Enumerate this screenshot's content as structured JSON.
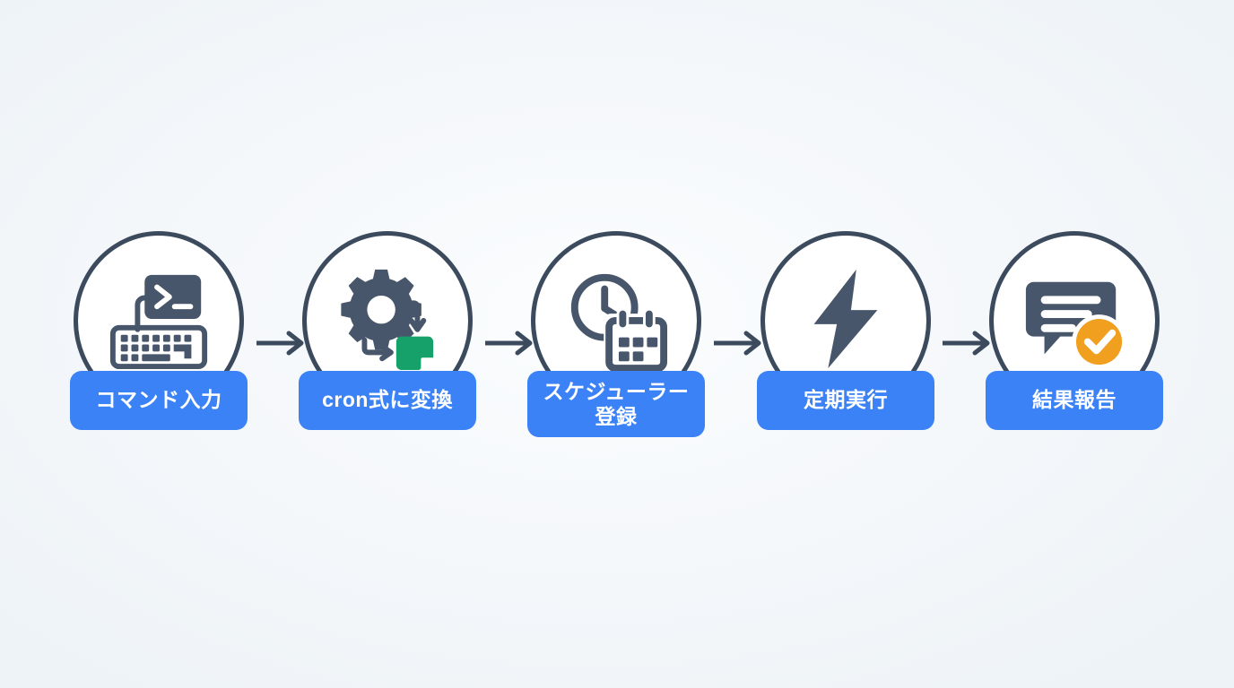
{
  "diagram": {
    "title": "cron scheduling workflow",
    "type": "horizontal-process-flow",
    "background_color": "#f3f7fa",
    "accent_color": "#3b82f6",
    "outline_color": "#3c4a5e",
    "arrow_color": "#3c4a5e",
    "step_count": 5,
    "steps": [
      {
        "index": 1,
        "icon": "terminal-keyboard-icon",
        "icon_colors": [
          "#47566b"
        ],
        "label_lines": [
          "コマンド入力"
        ],
        "label": "コマンド入力"
      },
      {
        "index": 2,
        "icon": "gear-to-document-icon",
        "icon_colors": [
          "#47566b",
          "#16a06a"
        ],
        "label_lines": [
          "cron式に変換"
        ],
        "label": "cron式に変換"
      },
      {
        "index": 3,
        "icon": "clock-calendar-icon",
        "icon_colors": [
          "#47566b"
        ],
        "label_lines": [
          "スケジューラー",
          "登録"
        ],
        "label": "スケジューラー登録"
      },
      {
        "index": 4,
        "icon": "lightning-bolt-icon",
        "icon_colors": [
          "#47566b"
        ],
        "label_lines": [
          "定期実行"
        ],
        "label": "定期実行"
      },
      {
        "index": 5,
        "icon": "speech-bubble-check-icon",
        "icon_colors": [
          "#47566b",
          "#f0a01e"
        ],
        "label_lines": [
          "結果報告"
        ],
        "label": "結果報告"
      }
    ],
    "connectors": [
      {
        "from": 1,
        "to": 2,
        "shape": "arrow-right"
      },
      {
        "from": 2,
        "to": 3,
        "shape": "arrow-right"
      },
      {
        "from": 3,
        "to": 4,
        "shape": "arrow-right"
      },
      {
        "from": 4,
        "to": 5,
        "shape": "arrow-right"
      }
    ]
  }
}
